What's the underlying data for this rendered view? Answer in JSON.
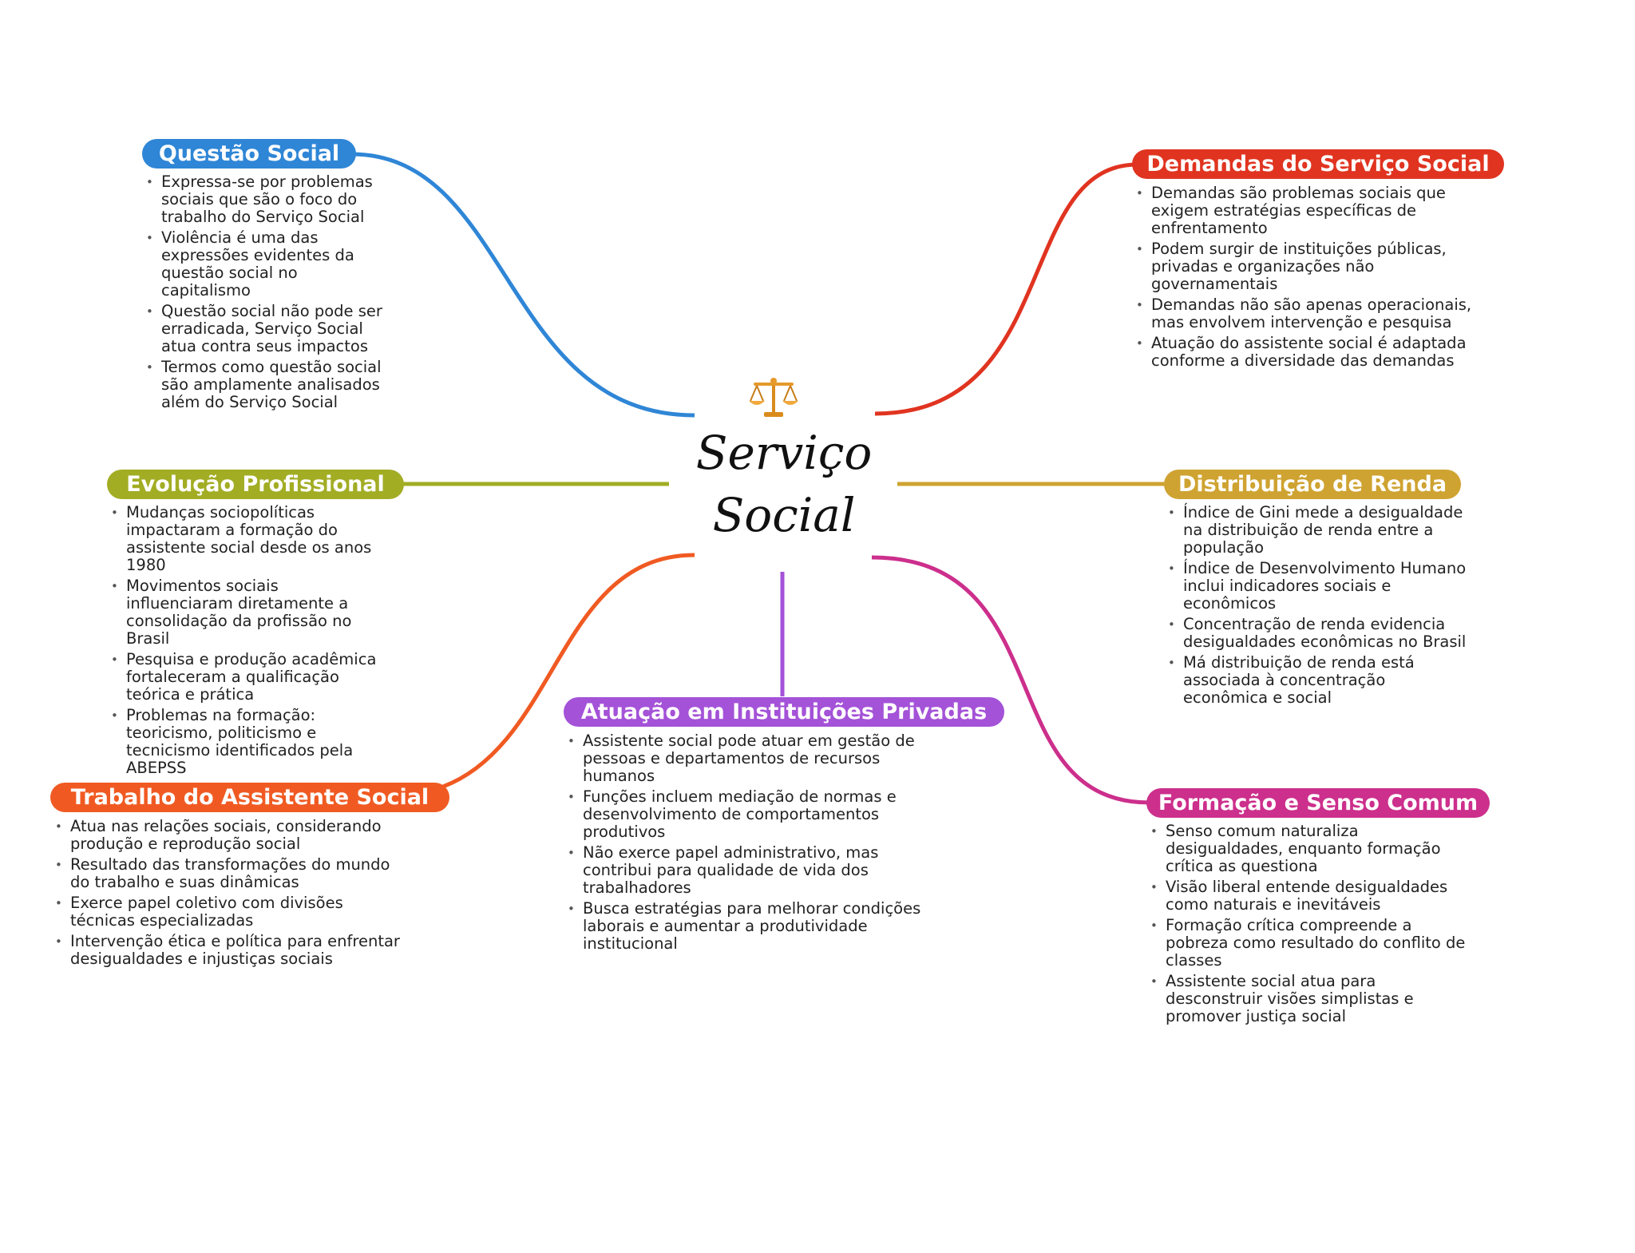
{
  "center": {
    "title_line1": "Serviço",
    "title_line2": "Social",
    "icon": "scale-icon"
  },
  "branches": [
    {
      "id": "questao-social",
      "title": "Questão Social",
      "color": "#2f86d6",
      "items": [
        "Expressa-se por problemas sociais que são o foco do trabalho do Serviço Social",
        "Violência é uma das expressões evidentes da questão social no capitalismo",
        "Questão social não pode ser erradicada, Serviço Social atua contra seus impactos",
        "Termos como questão social são amplamente analisados além do Serviço Social"
      ]
    },
    {
      "id": "evolucao-profissional",
      "title": "Evolução Profissional",
      "color": "#a2ad24",
      "items": [
        "Mudanças sociopolíticas impactaram a formação do assistente social desde os anos 1980",
        "Movimentos sociais influenciaram diretamente a consolidação da profissão no Brasil",
        "Pesquisa e produção acadêmica fortaleceram a qualificação teórica e prática",
        "Problemas na formação: teoricismo, politicismo e tecnicismo identificados pela ABEPSS"
      ]
    },
    {
      "id": "trabalho-assistente-social",
      "title": "Trabalho do Assistente Social",
      "color": "#f05a22",
      "items": [
        "Atua nas relações sociais, considerando produção e reprodução social",
        "Resultado das transformações do mundo do trabalho e suas dinâmicas",
        "Exerce papel coletivo com divisões técnicas especializadas",
        "Intervenção ética e política para enfrentar desigualdades e injustiças sociais"
      ]
    },
    {
      "id": "atuacao-instituicoes-privadas",
      "title": "Atuação em Instituições Privadas",
      "color": "#a452d8",
      "items": [
        "Assistente social pode atuar em gestão de pessoas e departamentos de recursos humanos",
        "Funções incluem mediação de normas e desenvolvimento de comportamentos produtivos",
        "Não exerce papel administrativo, mas contribui para qualidade de vida dos trabalhadores",
        "Busca estratégias para melhorar condições laborais e aumentar a produtividade institucional"
      ]
    },
    {
      "id": "demandas-servico-social",
      "title": "Demandas do Serviço Social",
      "color": "#e03420",
      "items": [
        "Demandas são problemas sociais que exigem estratégias específicas de enfrentamento",
        "Podem surgir de instituições públicas, privadas e organizações não governamentais",
        "Demandas não são apenas operacionais, mas envolvem intervenção e pesquisa",
        "Atuação do assistente social é adaptada conforme a diversidade das demandas"
      ]
    },
    {
      "id": "distribuicao-renda",
      "title": "Distribuição de Renda",
      "color": "#cfa331",
      "items": [
        "Índice de Gini mede a desigualdade na distribuição de renda entre a população",
        "Índice de Desenvolvimento Humano inclui indicadores sociais e econômicos",
        "Concentração de renda evidencia desigualdades econômicas no Brasil",
        "Má distribuição de renda está associada à concentração econômica e social"
      ]
    },
    {
      "id": "formacao-senso-comum",
      "title": "Formação e Senso Comum",
      "color": "#cc2f8c",
      "items": [
        "Senso comum naturaliza desigualdades, enquanto formação crítica as questiona",
        "Visão liberal entende desigualdades como naturais e inevitáveis",
        "Formação crítica compreende a pobreza como resultado do conflito de classes",
        "Assistente social atua para desconstruir visões simplistas e promover justiça social"
      ]
    }
  ]
}
